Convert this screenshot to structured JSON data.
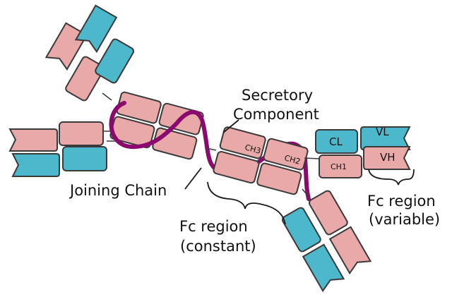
{
  "labels": {
    "secretory_line1": "Secretory",
    "secretory_line2": "Component",
    "joining_chain": "Joining Chain",
    "fc_constant_line1": "Fc region",
    "fc_constant_line2": "(constant)",
    "fc_variable_line1": "Fc region",
    "fc_variable_line2": "(variable)"
  },
  "domains": {
    "cl": "CL",
    "vl": "VL",
    "ch1": "CH1",
    "vh": "VH",
    "ch2": "CH2",
    "ch3": "CH3"
  },
  "colors": {
    "heavy_chain": "#eaa9a9",
    "light_chain": "#4db8cc",
    "joining_chain": "#8b0a6f",
    "outline": "#3a3a3a"
  }
}
